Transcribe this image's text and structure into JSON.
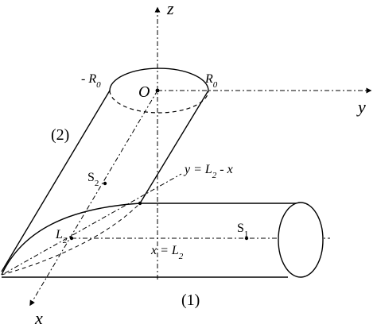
{
  "diagram": {
    "labels": {
      "z_axis": "z",
      "y_axis": "y",
      "x_axis": "x",
      "origin": "O",
      "r0_left": "- R",
      "r0_left_sub": "0",
      "r0_right": "R",
      "r0_right_sub": "0",
      "cylinder_2": "(2)",
      "cylinder_1": "(1)",
      "s2": "S",
      "s2_sub": "2",
      "s1": "S",
      "s1_sub": "1",
      "l2_point": "L",
      "l2_point_sub": "2",
      "eq_y_main": "y = L",
      "eq_y_sub": "2",
      "eq_y_tail": " - x",
      "eq_x_main": "x = L",
      "eq_x_sub": "2"
    }
  }
}
